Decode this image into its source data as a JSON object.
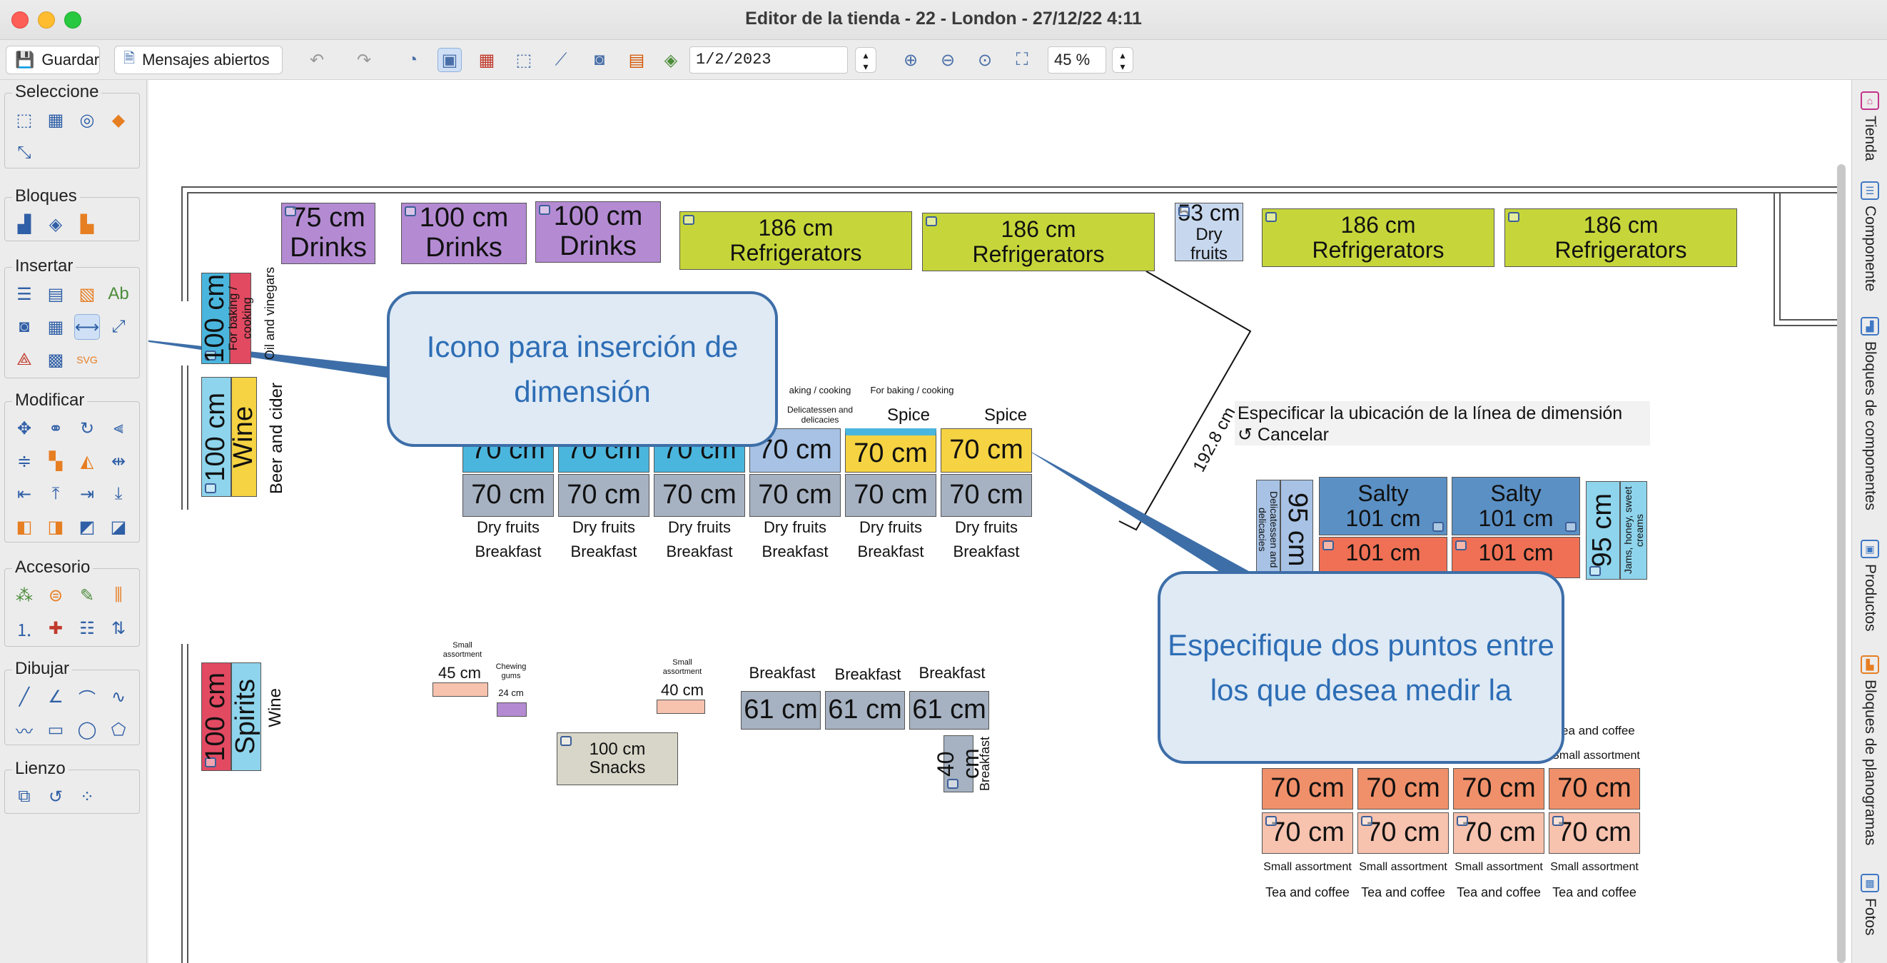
{
  "window": {
    "title": "Editor de la tienda - 22 - London - 27/12/22 4:11"
  },
  "toolbar": {
    "save_label": "Guardar",
    "messages_label": "Mensajes abiertos",
    "date_value": "1/2/2023",
    "zoom_value": "45 %"
  },
  "palette": {
    "seleccione": "Seleccione",
    "bloques": "Bloques",
    "insertar": "Insertar",
    "modificar": "Modificar",
    "accesorio": "Accesorio",
    "dibujar": "Dibujar",
    "lienzo": "Lienzo"
  },
  "side_tabs": {
    "tienda": "Tienda",
    "componente": "Componente",
    "bloques_componentes": "Bloques de componentes",
    "productos": "Productos",
    "bloques_planogramas": "Bloques de planogramas",
    "fotos": "Fotos"
  },
  "callouts": {
    "dimension_icon": "Icono para inserción de dimensión",
    "two_points": "Especifique dos puntos entre los que desea medir la"
  },
  "prompt": {
    "instruction": "Especificar la ubicación de la línea de dimensión",
    "cancel": "Cancelar"
  },
  "dimension": {
    "label": "192.8 cm"
  },
  "shelves": {
    "top": [
      {
        "size": "75 cm",
        "name": "Drinks"
      },
      {
        "size": "100 cm",
        "name": "Drinks"
      },
      {
        "size": "100 cm",
        "name": "Drinks"
      },
      {
        "size": "186 cm",
        "name": "Refrigerators"
      },
      {
        "size": "186 cm",
        "name": "Refrigerators"
      },
      {
        "size": "53 cm",
        "name": "Dry fruits"
      },
      {
        "size": "186 cm",
        "name": "Refrigerators"
      },
      {
        "size": "186 cm",
        "name": "Refrigerators"
      }
    ],
    "left": {
      "size1": "100 cm",
      "baking": "For baking / cooking",
      "oil": "Oil and vinegars",
      "wine_size": "100 cm",
      "wine": "Wine",
      "beer": "Beer and cider",
      "spirits_size": "100 cm",
      "spirits": "Spirits",
      "wine2": "Wine"
    },
    "middle": {
      "size": "70 cm",
      "baking_label": "For baking / cooking",
      "baking_label_cut": "aking / cooking",
      "deli_label": "Delicatessen and delicacies",
      "spice": "Spice",
      "dry": "Dry fruits",
      "breakfast": "Breakfast"
    },
    "right": {
      "deli": "Delicatessen and delicacies",
      "deli_size": "95 cm",
      "salty": "Salty",
      "salty_size": "101 cm",
      "red_size": "101 cm",
      "jams_size": "95 cm",
      "jams": "Jams, honey, sweet creams",
      "tea_cut": "ea and coffee",
      "small_asst": "Small assortment",
      "size70": "70 cm",
      "tea": "Tea and coffee"
    },
    "bottom": {
      "small_asst": "Small assortment",
      "s45": "45 cm",
      "chewing": "Chewing gums",
      "s24": "24 cm",
      "s40": "40 cm",
      "snacks_size": "100 cm",
      "snacks": "Snacks",
      "breakfast": "Breakfast",
      "s61": "61 cm",
      "s40v": "40 cm"
    }
  }
}
